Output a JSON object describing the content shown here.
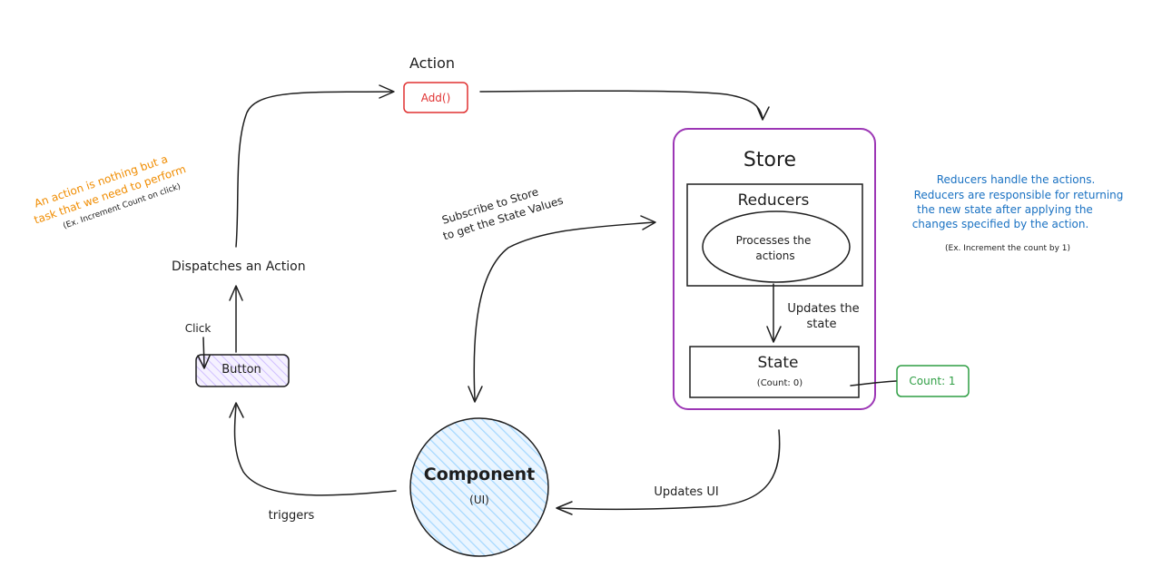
{
  "diagram": {
    "action": {
      "title": "Action",
      "name": "Add()"
    },
    "store": {
      "title": "Store",
      "reducers": {
        "title": "Reducers",
        "process": [
          "Processes the",
          "actions"
        ]
      },
      "updates_state": [
        "Updates the",
        "state"
      ],
      "state": {
        "title": "State",
        "value": "(Count: 0)"
      }
    },
    "count_badge": "Count: 1",
    "component": {
      "title": "Component",
      "subtitle": "(UI)"
    },
    "button": "Button",
    "click": "Click",
    "dispatch": "Dispatches an Action",
    "triggers": "triggers",
    "updates_ui": "Updates UI",
    "subscribe": [
      "Subscribe to Store",
      "to get the State Values"
    ],
    "action_note": {
      "lines": [
        "An action is nothing but a",
        "task that we need to perform"
      ],
      "example": "(Ex. Increment Count on click)"
    },
    "reducer_note": {
      "lines": [
        "Reducers handle the actions.",
        "Reducers are responsible for returning",
        "the new state after applying the",
        "changes specified by the action."
      ],
      "example": "(Ex. Increment the count by 1)"
    },
    "colors": {
      "stroke": "#1e1e1e",
      "action_red": "#e03131",
      "store_purple": "#9c36b5",
      "count_green": "#2f9e44",
      "component_blue": "#a5d8ff",
      "button_fill": "#e5dbff",
      "note_orange": "#f08c00",
      "note_blue": "#1971c2"
    }
  }
}
